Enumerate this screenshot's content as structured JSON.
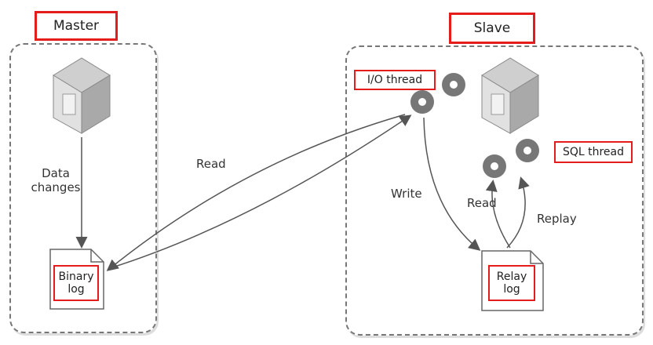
{
  "master": {
    "title": "Master",
    "data_changes": [
      "Data",
      "changes"
    ],
    "binary_log": [
      "Binary",
      "log"
    ]
  },
  "slave": {
    "title": "Slave",
    "io_thread": "I/O thread",
    "sql_thread": "SQL thread",
    "relay_log": [
      "Relay",
      "log"
    ]
  },
  "arrows": {
    "read_master": "Read",
    "write": "Write",
    "read_slave": "Read",
    "replay": "Replay"
  },
  "colors": {
    "highlight": "#e51c1c",
    "box_border": "#777777",
    "server": "#b9b9b9"
  }
}
